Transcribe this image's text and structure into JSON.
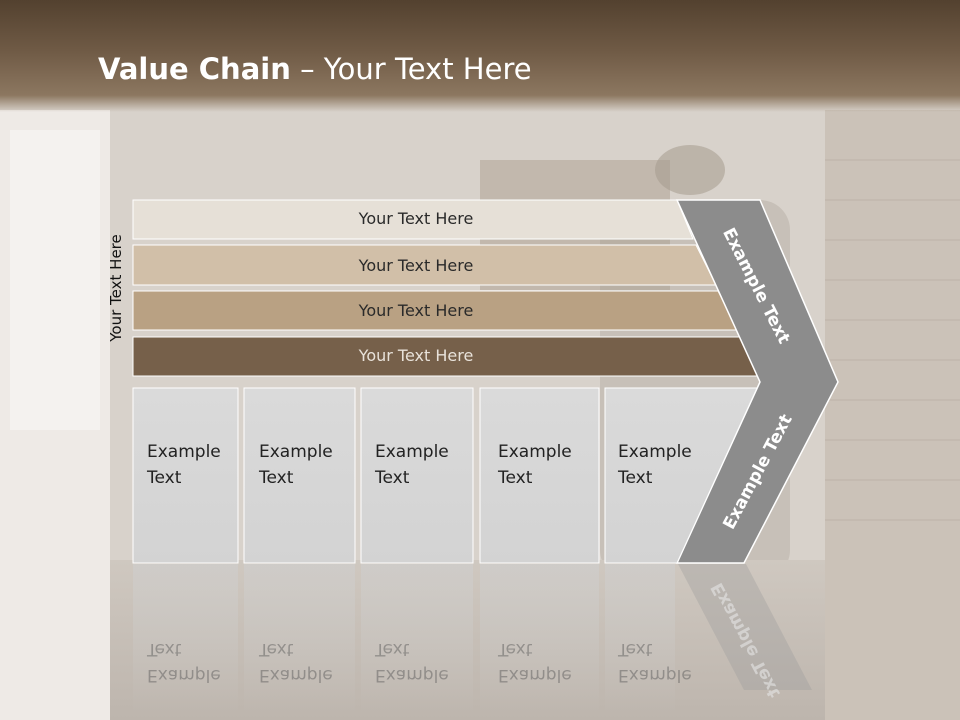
{
  "slide": {
    "title_bold": "Value Chain",
    "title_rest": " – Your Text Here",
    "vertical_label": "Your Text Here"
  },
  "bands": [
    {
      "label": "Your Text Here",
      "color": "#e6e0d7"
    },
    {
      "label": "Your Text Here",
      "color": "#d1bfa8"
    },
    {
      "label": "Your Text Here",
      "color": "#b9a183"
    },
    {
      "label": "Your Text Here",
      "color": "#76604a"
    }
  ],
  "cells": [
    {
      "line1": "Example",
      "line2": "Text"
    },
    {
      "line1": "Example",
      "line2": "Text"
    },
    {
      "line1": "Example",
      "line2": "Text"
    },
    {
      "line1": "Example",
      "line2": "Text"
    },
    {
      "line1": "Example",
      "line2": "Text"
    }
  ],
  "chevron": {
    "upper_label": "Example Text",
    "lower_label": "Example Text",
    "color": "#8c8c8c"
  },
  "colors": {
    "cell_fill": "#d9d9d9",
    "header": "#5a4634"
  }
}
